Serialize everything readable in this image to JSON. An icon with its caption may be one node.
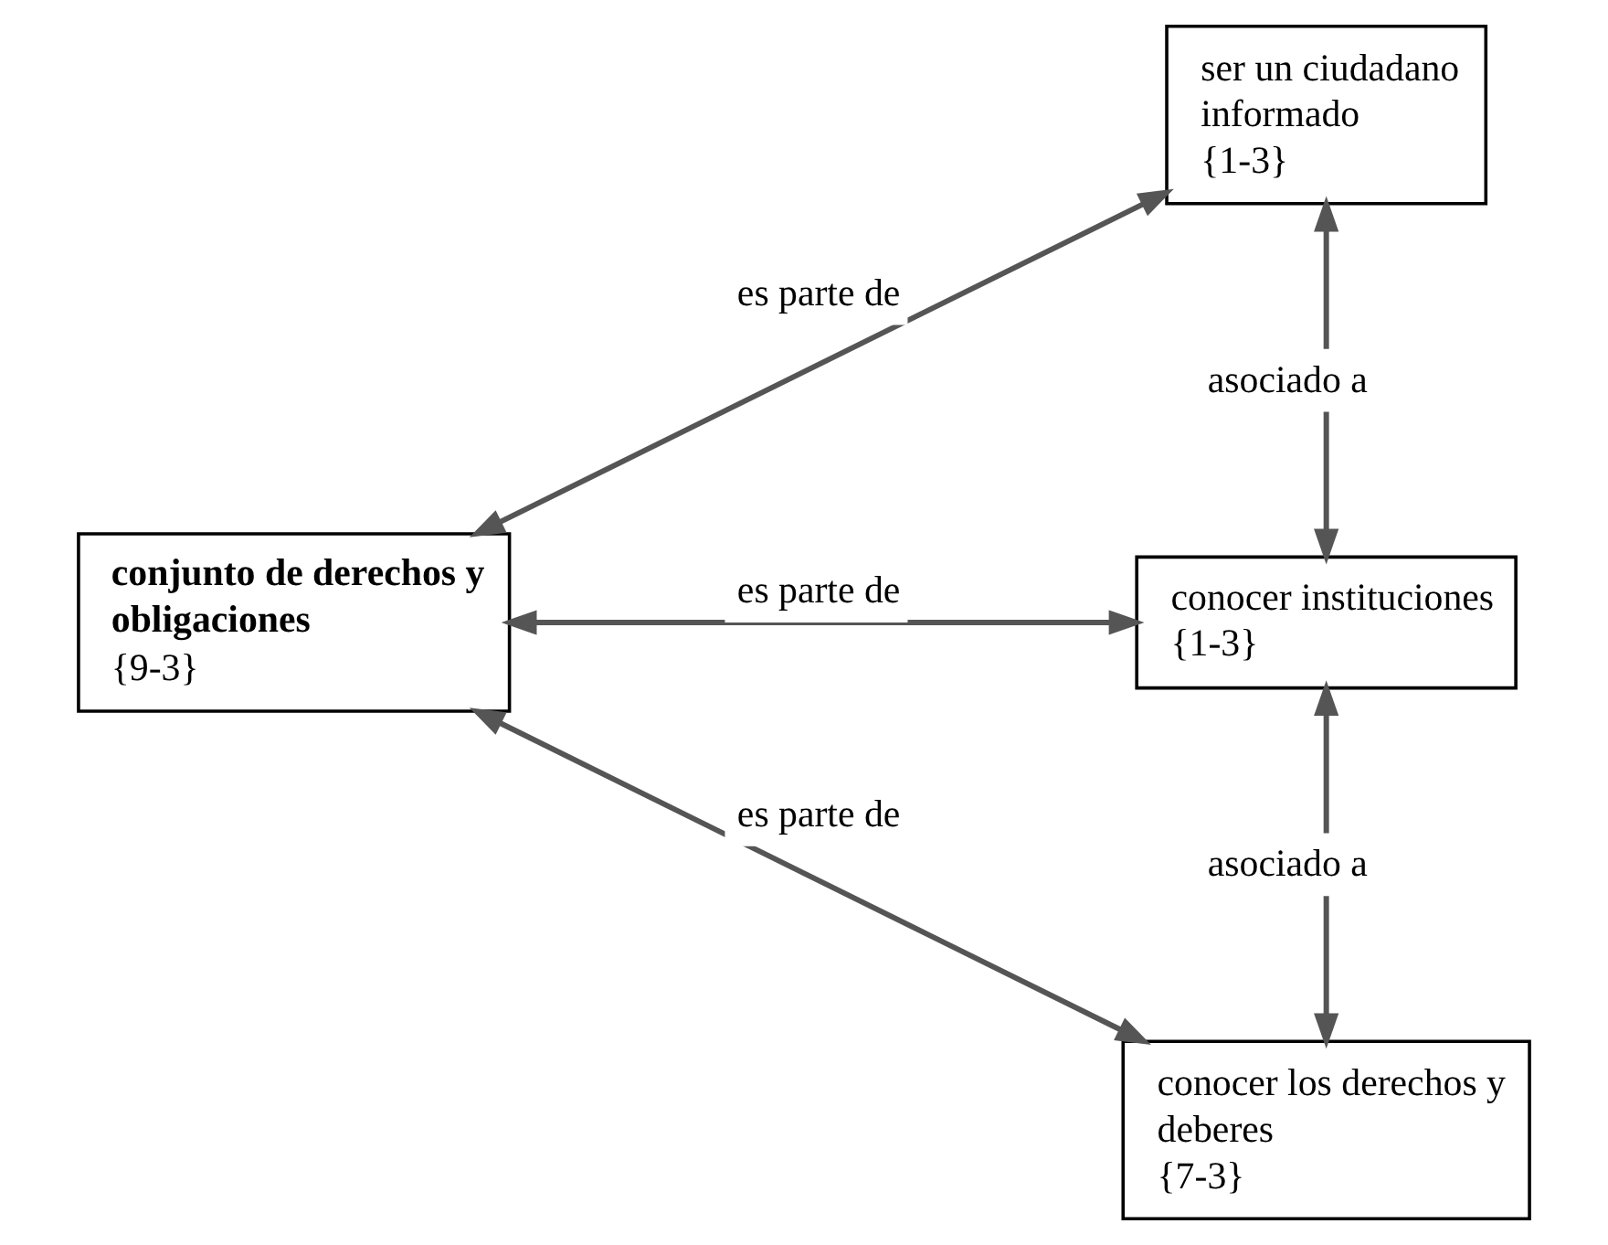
{
  "diagram": {
    "nodes": [
      {
        "text": [
          "conjunto de derechos y obligaciones",
          "{9-3}"
        ]
      },
      {
        "text": [
          "ser un ciudadano informado",
          "{1-3}"
        ]
      },
      {
        "text": [
          "conocer instituciones",
          "{1-3}"
        ]
      },
      {
        "text": [
          "conocer los derechos y deberes",
          "{7-3}"
        ]
      }
    ],
    "edges": [
      {
        "from": 0,
        "to": 1,
        "arrow": "both",
        "label": "es parte de"
      },
      {
        "from": 0,
        "to": 2,
        "arrow": "both",
        "label": "es parte de"
      },
      {
        "from": 0,
        "to": 3,
        "arrow": "both",
        "label": "es parte de"
      },
      {
        "from": 1,
        "to": 2,
        "arrow": "both",
        "label": "asociado a"
      },
      {
        "from": 2,
        "to": 3,
        "arrow": "both",
        "label": "asociado a"
      }
    ]
  }
}
